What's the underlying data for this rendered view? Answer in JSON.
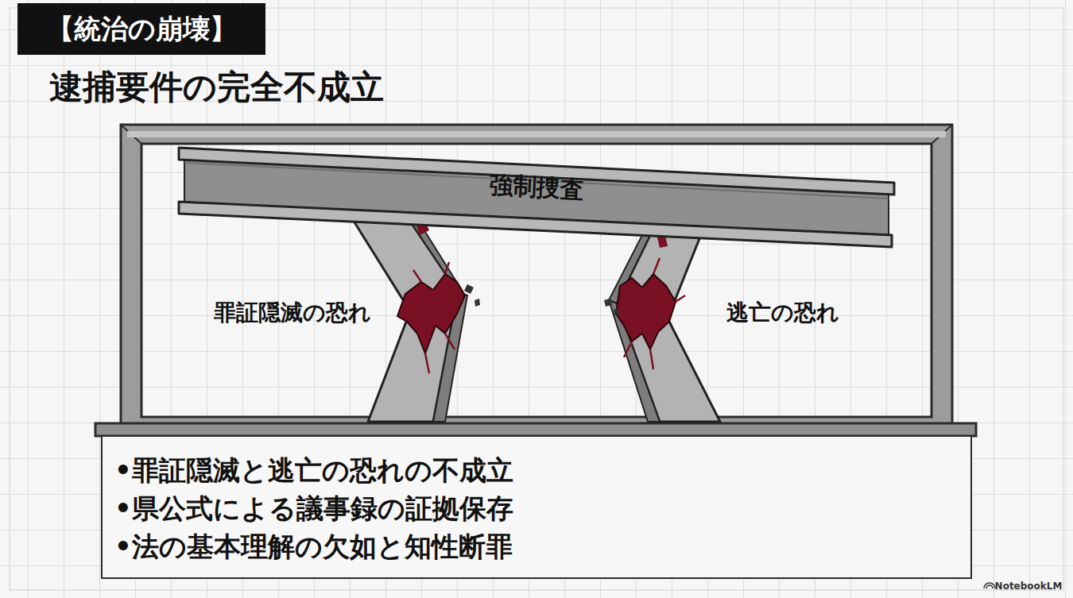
{
  "diagram": {
    "title": "逮捕要件の完全不成立",
    "nodes": [
      {
        "text": [
          "【統治の崩壊】"
        ]
      },
      {
        "text": [
          "強制捜査"
        ]
      },
      {
        "text": [
          "•罪証隠滅と逃亡の恐れの不成立",
          "•県公式による議事録の証拠保存",
          "•法の基本理解の欠如と知性断罪"
        ]
      }
    ],
    "labels": [
      "罪証隠滅の恐れ",
      "逃亡の恐れ",
      "NotebookLM"
    ]
  }
}
